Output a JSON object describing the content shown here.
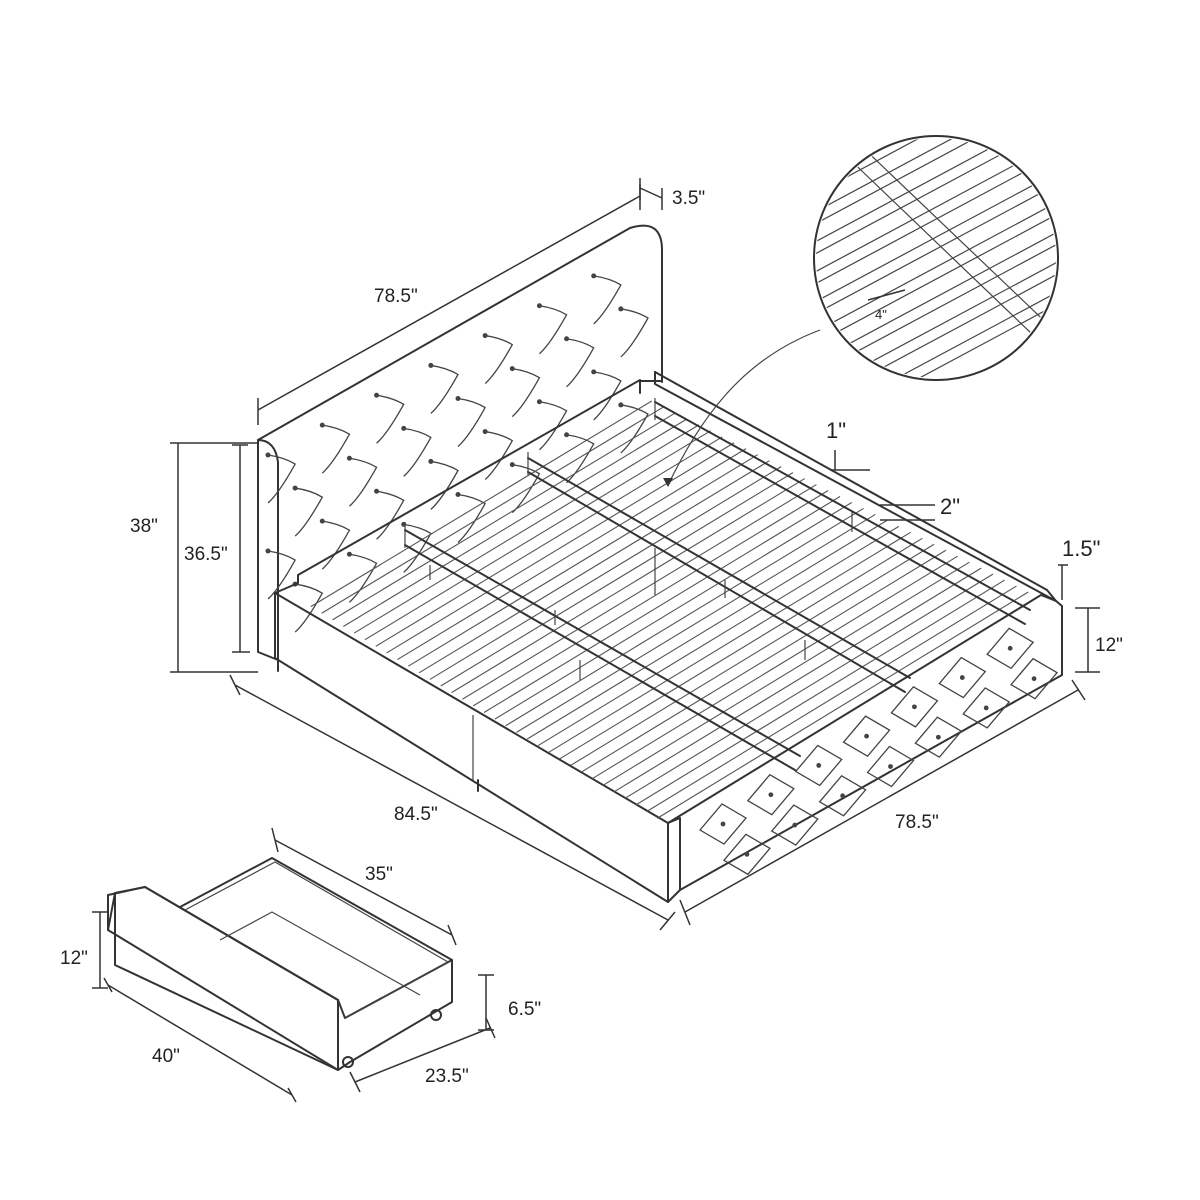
{
  "dimensions": {
    "headboard_thickness": "3.5\"",
    "headboard_width": "78.5\"",
    "headboard_height_total": "38\"",
    "headboard_height_inner": "36.5\"",
    "slat_gap": "4\"",
    "slat_thickness": "1\"",
    "rail_height": "2\"",
    "rail_top": "1.5\"",
    "frame_height": "12\"",
    "bed_length": "84.5\"",
    "bed_width": "78.5\"",
    "drawer_length": "35\"",
    "drawer_height": "12\"",
    "drawer_inner_height": "6.5\"",
    "drawer_depth": "40\"",
    "drawer_width": "23.5\""
  },
  "colors": {
    "line": "#333333",
    "background": "#ffffff"
  }
}
